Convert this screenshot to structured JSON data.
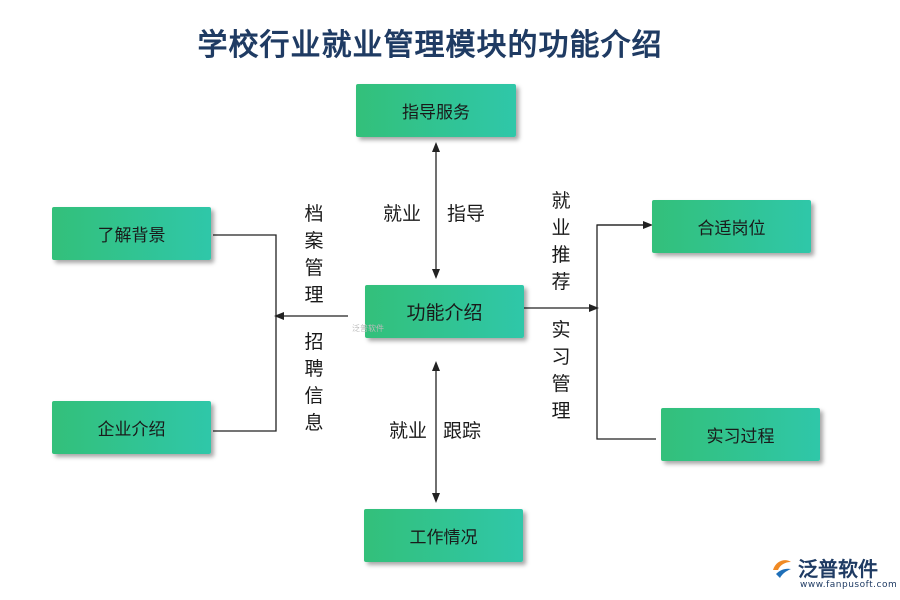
{
  "title": "学校行业就业管理模块的功能介绍",
  "nodes": {
    "center": "功能介绍",
    "top": "指导服务",
    "bottom": "工作情况",
    "left_top": "了解背景",
    "left_bottom": "企业介绍",
    "right_top": "合适岗位",
    "right_bottom": "实习过程"
  },
  "edge_labels": {
    "top_left": "就业",
    "top_right": "指导",
    "bottom_left": "就业",
    "bottom_right": "跟踪",
    "left_upper": "档案管理",
    "left_lower": "招聘信息",
    "right_upper": "就业推荐",
    "right_lower": "实习管理"
  },
  "watermark": "泛普软件",
  "logo": {
    "name": "泛普软件",
    "url": "www.fanpusoft.com"
  },
  "colors": {
    "box_start": "#33c07a",
    "box_end": "#2fc7a9",
    "line": "#222222",
    "title": "#1f3b63"
  }
}
